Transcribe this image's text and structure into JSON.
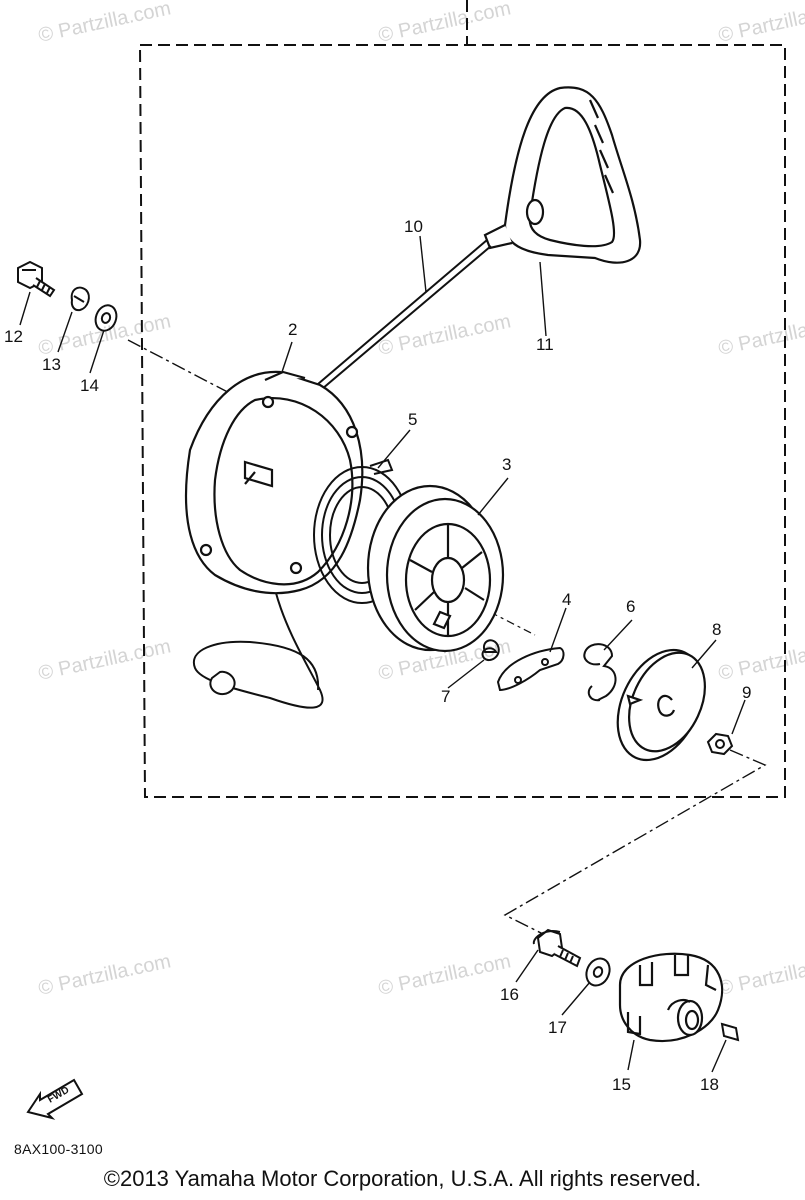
{
  "watermark": "© Partzilla.com",
  "diagram_code": "8AX100-3100",
  "copyright": "©2013  Yamaha Motor Corporation, U.S.A. All rights reserved.",
  "fwd_label": "FWD",
  "callouts": {
    "p2": "2",
    "p3": "3",
    "p4": "4",
    "p5": "5",
    "p6": "6",
    "p7": "7",
    "p8": "8",
    "p9": "9",
    "p10": "10",
    "p11": "11",
    "p12": "12",
    "p13": "13",
    "p14": "14",
    "p15": "15",
    "p16": "16",
    "p17": "17",
    "p18": "18"
  },
  "colors": {
    "ink": "#111111",
    "watermark": "#d4d4d4"
  }
}
